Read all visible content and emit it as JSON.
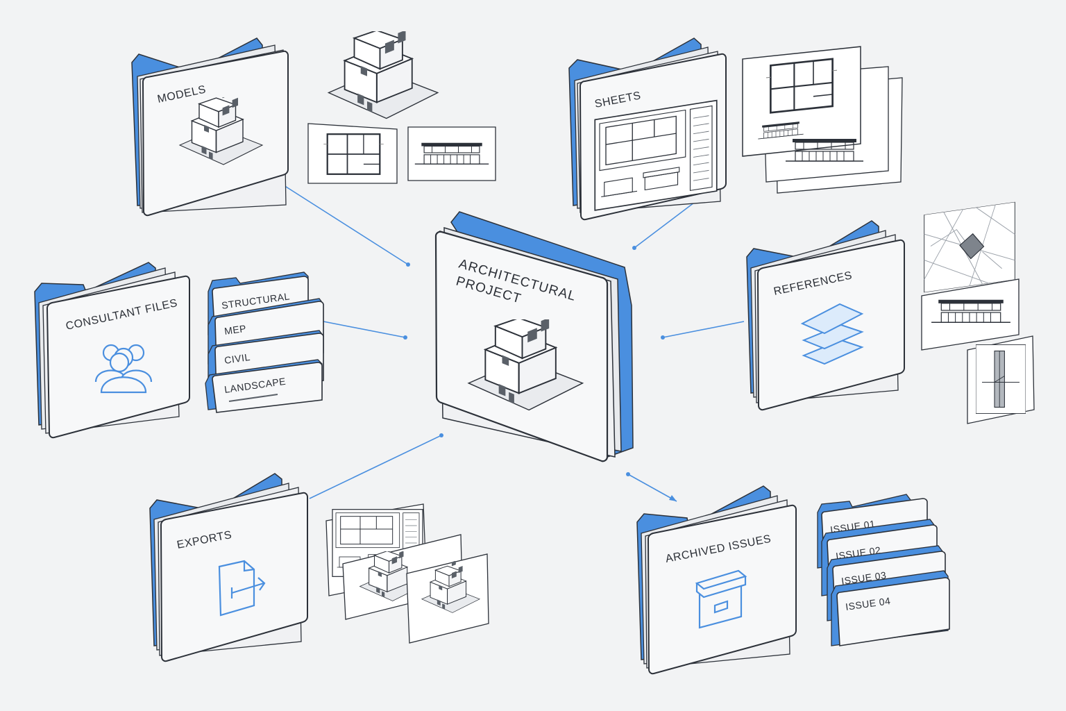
{
  "diagram": {
    "center": {
      "title_line1": "ARCHITECTURAL",
      "title_line2": "PROJECT",
      "icon": "house-3d-icon"
    },
    "folders": {
      "models": {
        "label": "MODELS",
        "icon": "house-3d-icon"
      },
      "sheets": {
        "label": "SHEETS",
        "icon": "drawing-sheet-icon"
      },
      "consultant_files": {
        "label": "CONSULTANT FILES",
        "icon": "users-group-icon"
      },
      "references": {
        "label": "REFERENCES",
        "icon": "stacked-layers-icon"
      },
      "exports": {
        "label": "EXPORTS",
        "icon": "file-export-icon"
      },
      "archived_issues": {
        "label": "ARCHIVED ISSUES",
        "icon": "archive-box-icon"
      }
    },
    "consultant_subfolders": [
      "STRUCTURAL",
      "MEP",
      "CIVIL",
      "LANDSCAPE"
    ],
    "issue_subfolders": [
      "ISSUE 01",
      "ISSUE 02",
      "ISSUE 03",
      "ISSUE 04"
    ]
  },
  "colors": {
    "accent": "#4a8fdf",
    "accent_dark": "#3a78c8",
    "outline": "#2c3139",
    "card": "#f7f8f9",
    "background": "#f2f3f4"
  }
}
